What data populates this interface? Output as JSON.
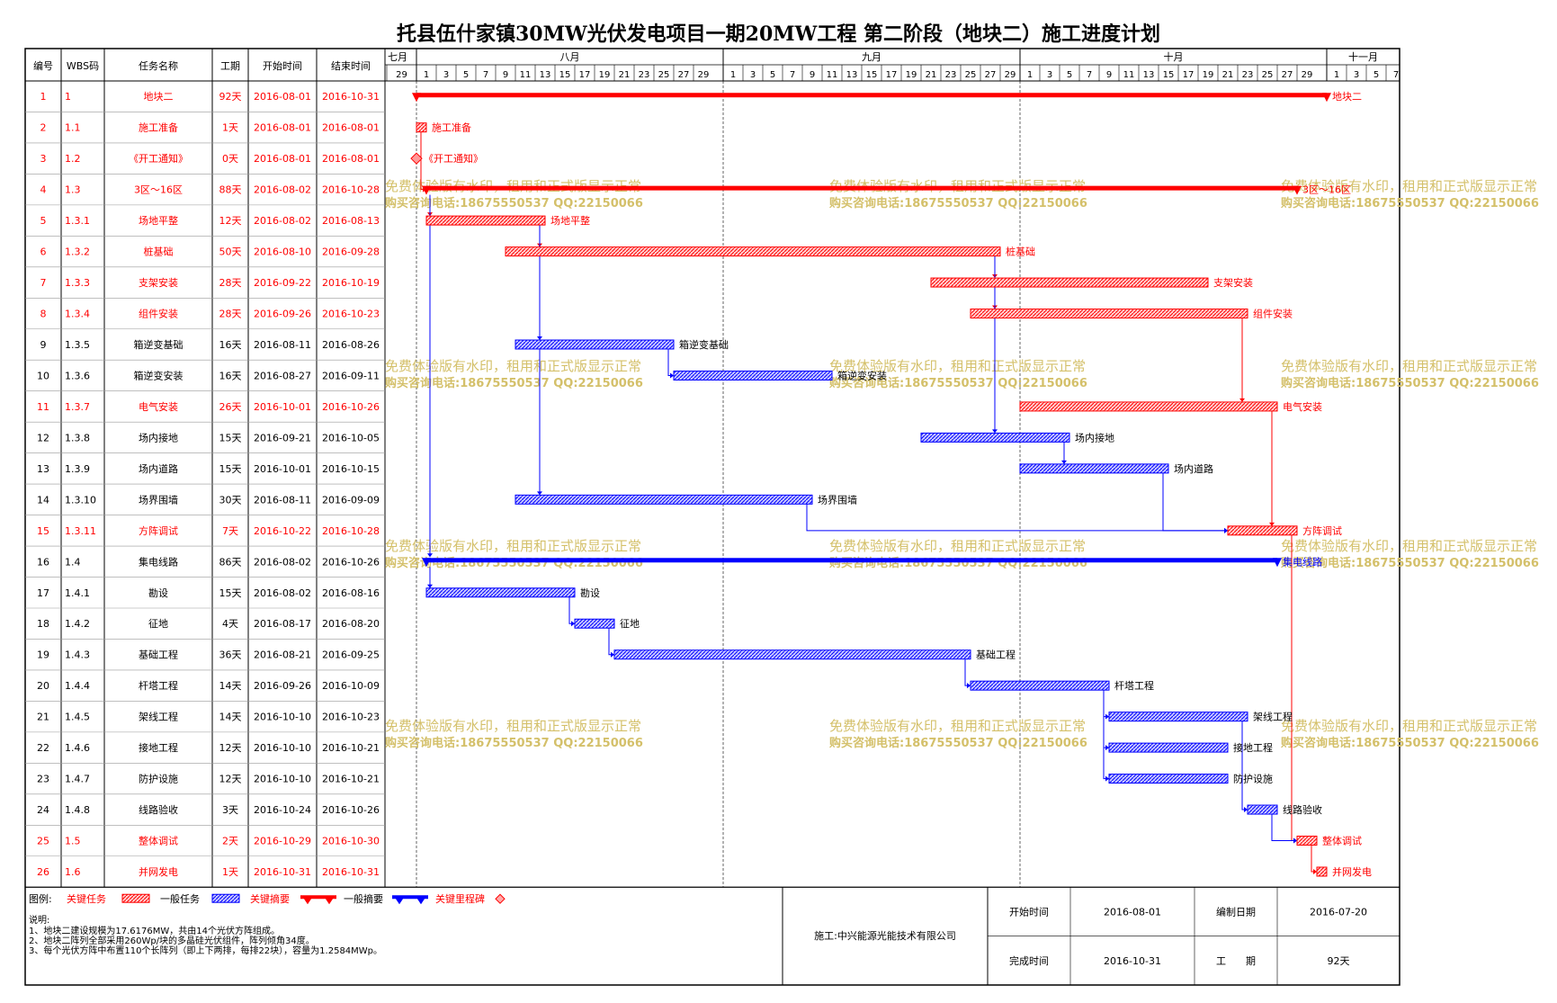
{
  "title": "托县伍什家镇30MW光伏发电项目一期20MW工程 第二阶段（地块二）施工进度计划",
  "headers": {
    "id": "编号",
    "wbs": "WBS码",
    "name": "任务名称",
    "dur": "工期",
    "start": "开始时间",
    "end": "结束时间"
  },
  "colors": {
    "critical": "#ff0000",
    "normal": "#0000ff",
    "grid": "#000000",
    "watermark": "#d4c06a"
  },
  "months": [
    {
      "label": "七月",
      "day_labels": [
        "29"
      ]
    },
    {
      "label": "八月",
      "day_labels": [
        "1",
        "3",
        "5",
        "7",
        "9",
        "11",
        "13",
        "15",
        "17",
        "19",
        "21",
        "23",
        "25",
        "27",
        "29"
      ]
    },
    {
      "label": "九月",
      "day_labels": [
        "1",
        "3",
        "5",
        "7",
        "9",
        "11",
        "13",
        "15",
        "17",
        "19",
        "21",
        "23",
        "25",
        "27",
        "29"
      ]
    },
    {
      "label": "十月",
      "day_labels": [
        "1",
        "3",
        "5",
        "7",
        "9",
        "11",
        "13",
        "15",
        "17",
        "19",
        "21",
        "23",
        "25",
        "27",
        "29"
      ]
    },
    {
      "label": "十一月",
      "day_labels": [
        "1",
        "3",
        "5",
        "7"
      ]
    }
  ],
  "chart_data": {
    "type": "gantt",
    "x_axis": {
      "unit": "date",
      "range": [
        "2016-07-29",
        "2016-11-07"
      ]
    },
    "tasks": [
      {
        "id": "1",
        "wbs": "1",
        "name": "地块二",
        "dur": "92天",
        "start": "2016-08-01",
        "end": "2016-10-31",
        "kind": "critical-summary",
        "critical": true
      },
      {
        "id": "2",
        "wbs": "1.1",
        "name": "施工准备",
        "dur": "1天",
        "start": "2016-08-01",
        "end": "2016-08-01",
        "kind": "task",
        "critical": true
      },
      {
        "id": "3",
        "wbs": "1.2",
        "name": "《开工通知》",
        "dur": "0天",
        "start": "2016-08-01",
        "end": "2016-08-01",
        "kind": "milestone",
        "critical": true
      },
      {
        "id": "4",
        "wbs": "1.3",
        "name": "3区～16区",
        "dur": "88天",
        "start": "2016-08-02",
        "end": "2016-10-28",
        "kind": "critical-summary",
        "critical": true
      },
      {
        "id": "5",
        "wbs": "1.3.1",
        "name": "场地平整",
        "dur": "12天",
        "start": "2016-08-02",
        "end": "2016-08-13",
        "kind": "task",
        "critical": true
      },
      {
        "id": "6",
        "wbs": "1.3.2",
        "name": "桩基础",
        "dur": "50天",
        "start": "2016-08-10",
        "end": "2016-09-28",
        "kind": "task",
        "critical": true
      },
      {
        "id": "7",
        "wbs": "1.3.3",
        "name": "支架安装",
        "dur": "28天",
        "start": "2016-09-22",
        "end": "2016-10-19",
        "kind": "task",
        "critical": true
      },
      {
        "id": "8",
        "wbs": "1.3.4",
        "name": "组件安装",
        "dur": "28天",
        "start": "2016-09-26",
        "end": "2016-10-23",
        "kind": "task",
        "critical": true
      },
      {
        "id": "9",
        "wbs": "1.3.5",
        "name": "箱逆变基础",
        "dur": "16天",
        "start": "2016-08-11",
        "end": "2016-08-26",
        "kind": "task",
        "critical": false
      },
      {
        "id": "10",
        "wbs": "1.3.6",
        "name": "箱逆变安装",
        "dur": "16天",
        "start": "2016-08-27",
        "end": "2016-09-11",
        "kind": "task",
        "critical": false
      },
      {
        "id": "11",
        "wbs": "1.3.7",
        "name": "电气安装",
        "dur": "26天",
        "start": "2016-10-01",
        "end": "2016-10-26",
        "kind": "task",
        "critical": true
      },
      {
        "id": "12",
        "wbs": "1.3.8",
        "name": "场内接地",
        "dur": "15天",
        "start": "2016-09-21",
        "end": "2016-10-05",
        "kind": "task",
        "critical": false
      },
      {
        "id": "13",
        "wbs": "1.3.9",
        "name": "场内道路",
        "dur": "15天",
        "start": "2016-10-01",
        "end": "2016-10-15",
        "kind": "task",
        "critical": false
      },
      {
        "id": "14",
        "wbs": "1.3.10",
        "name": "场界围墙",
        "dur": "30天",
        "start": "2016-08-11",
        "end": "2016-09-09",
        "kind": "task",
        "critical": false
      },
      {
        "id": "15",
        "wbs": "1.3.11",
        "name": "方阵调试",
        "dur": "7天",
        "start": "2016-10-22",
        "end": "2016-10-28",
        "kind": "task",
        "critical": true
      },
      {
        "id": "16",
        "wbs": "1.4",
        "name": "集电线路",
        "dur": "86天",
        "start": "2016-08-02",
        "end": "2016-10-26",
        "kind": "summary",
        "critical": false
      },
      {
        "id": "17",
        "wbs": "1.4.1",
        "name": "勘设",
        "dur": "15天",
        "start": "2016-08-02",
        "end": "2016-08-16",
        "kind": "task",
        "critical": false
      },
      {
        "id": "18",
        "wbs": "1.4.2",
        "name": "征地",
        "dur": "4天",
        "start": "2016-08-17",
        "end": "2016-08-20",
        "kind": "task",
        "critical": false
      },
      {
        "id": "19",
        "wbs": "1.4.3",
        "name": "基础工程",
        "dur": "36天",
        "start": "2016-08-21",
        "end": "2016-09-25",
        "kind": "task",
        "critical": false
      },
      {
        "id": "20",
        "wbs": "1.4.4",
        "name": "杆塔工程",
        "dur": "14天",
        "start": "2016-09-26",
        "end": "2016-10-09",
        "kind": "task",
        "critical": false
      },
      {
        "id": "21",
        "wbs": "1.4.5",
        "name": "架线工程",
        "dur": "14天",
        "start": "2016-10-10",
        "end": "2016-10-23",
        "kind": "task",
        "critical": false
      },
      {
        "id": "22",
        "wbs": "1.4.6",
        "name": "接地工程",
        "dur": "12天",
        "start": "2016-10-10",
        "end": "2016-10-21",
        "kind": "task",
        "critical": false
      },
      {
        "id": "23",
        "wbs": "1.4.7",
        "name": "防护设施",
        "dur": "12天",
        "start": "2016-10-10",
        "end": "2016-10-21",
        "kind": "task",
        "critical": false
      },
      {
        "id": "24",
        "wbs": "1.4.8",
        "name": "线路验收",
        "dur": "3天",
        "start": "2016-10-24",
        "end": "2016-10-26",
        "kind": "task",
        "critical": false
      },
      {
        "id": "25",
        "wbs": "1.5",
        "name": "整体调试",
        "dur": "2天",
        "start": "2016-10-29",
        "end": "2016-10-30",
        "kind": "task",
        "critical": true
      },
      {
        "id": "26",
        "wbs": "1.6",
        "name": "并网发电",
        "dur": "1天",
        "start": "2016-10-31",
        "end": "2016-10-31",
        "kind": "task",
        "critical": true
      }
    ],
    "links": [
      [
        2,
        4
      ],
      [
        4,
        5
      ],
      [
        4,
        16
      ],
      [
        5,
        6
      ],
      [
        5,
        9
      ],
      [
        5,
        14
      ],
      [
        6,
        7
      ],
      [
        6,
        8
      ],
      [
        6,
        12
      ],
      [
        9,
        10
      ],
      [
        8,
        11
      ],
      [
        12,
        13
      ],
      [
        11,
        15
      ],
      [
        13,
        15
      ],
      [
        14,
        15
      ],
      [
        16,
        17
      ],
      [
        17,
        18
      ],
      [
        18,
        19
      ],
      [
        19,
        20
      ],
      [
        20,
        21
      ],
      [
        20,
        22
      ],
      [
        20,
        23
      ],
      [
        21,
        24
      ],
      [
        15,
        25
      ],
      [
        24,
        25
      ],
      [
        25,
        26
      ]
    ]
  },
  "legend": {
    "label": "图例:",
    "critical_task": "关键任务",
    "normal_task": "一般任务",
    "critical_summary": "关键摘要",
    "normal_summary": "一般摘要",
    "critical_milestone": "关键里程碑"
  },
  "notes": {
    "heading": "说明:",
    "lines": [
      "1、地块二建设规模为17.6176MW，共由14个光伏方阵组成。",
      "2、地块二阵列全部采用260Wp/块的多晶硅光伏组件，阵列倾角34度。",
      "3、每个光伏方阵中布置110个长阵列（即上下两排，每排22块），容量为1.2584MWp。"
    ]
  },
  "footer": {
    "contractor": "施工:中兴能源光能技术有限公司",
    "start_label": "开始时间",
    "start_value": "2016-08-01",
    "compiled_label": "编制日期",
    "compiled_value": "2016-07-20",
    "end_label": "完成时间",
    "end_value": "2016-10-31",
    "duration_label": "工　　期",
    "duration_value": "92天"
  },
  "watermark": {
    "line1": "免费体验版有水印，租用和正式版显示正常",
    "line2": "购买咨询电话:18675550537 QQ:22150066"
  }
}
